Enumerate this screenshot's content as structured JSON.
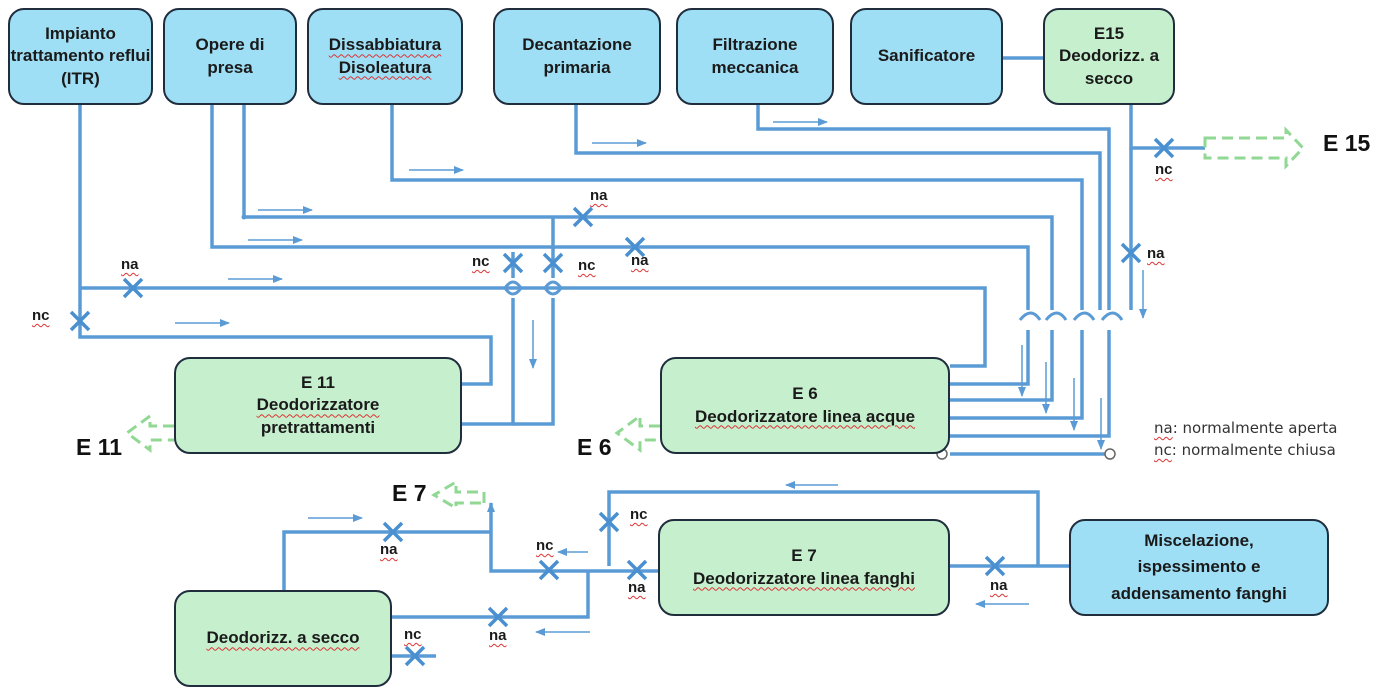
{
  "top_boxes": {
    "itr": "Impianto trattamento reflui (ITR)",
    "opere_presa": "Opere di presa",
    "dissabbiatura_1": "Dissabbiatura",
    "dissabbiatura_2": "Disoleatura",
    "decantazione": "Decantazione primaria",
    "filtrazione": "Filtrazione meccanica",
    "sanificatore": "Sanificatore",
    "e15_1": "E15",
    "e15_2": "Deodorizz. a secco"
  },
  "e11_box": {
    "line1": "E 11",
    "line2": "Deodorizzatore",
    "line3": "pretrattamenti"
  },
  "e6_box": {
    "line1": "E 6",
    "line2": "Deodorizzatore linea acque"
  },
  "e7_box": {
    "line1": "E 7",
    "line2": "Deodorizzatore linea fanghi"
  },
  "misc_box": "Miscelazione, ispessimento e addensamento fanghi",
  "secco_box": "Deodorizz. a secco",
  "emissions": {
    "e15": "E 15",
    "e11": "E 11",
    "e6": "E 6",
    "e7": "E 7"
  },
  "valve_labels": {
    "na": "na",
    "nc": "nc"
  },
  "legend": {
    "na_key": "na",
    "na_text": ": normalmente aperta",
    "nc_key": "nc",
    "nc_text": ": normalmente chiusa"
  },
  "colors": {
    "pipe": "#5b9bd5",
    "box_blue": "#9fdff6",
    "box_green": "#c6efcd",
    "exhaust": "#92d895"
  }
}
